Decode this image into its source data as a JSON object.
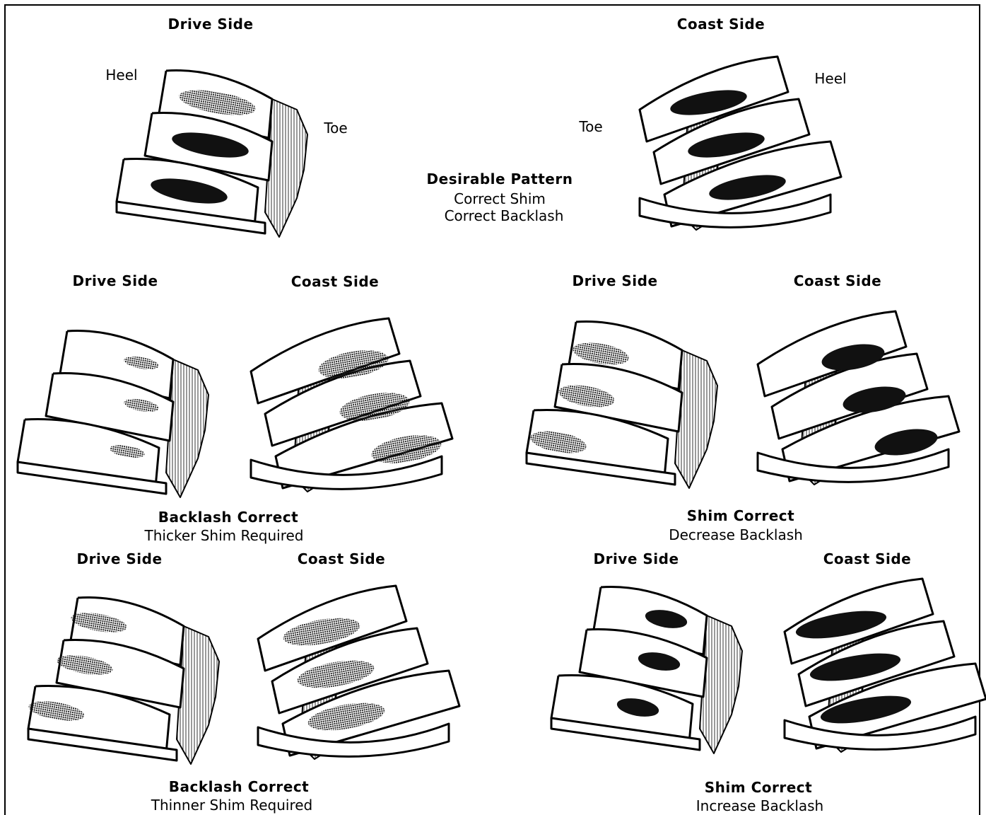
{
  "panels": [
    {
      "drive_label": "Drive Side",
      "coast_label": "Coast Side",
      "heel_left": "Heel",
      "toe_left": "Toe",
      "toe_right": "Toe",
      "heel_right": "Heel",
      "caption_title": "Desirable   Pattern",
      "caption_line1": "Correct Shim",
      "caption_line2": "Correct Backlash"
    },
    {
      "drive_label": "Drive Side",
      "coast_label": "Coast Side",
      "caption_title": "Backlash   Correct",
      "caption_line1": "Thicker Shim Required"
    },
    {
      "drive_label": "Drive Side",
      "coast_label": "Coast Side",
      "caption_title": "Shim Correct",
      "caption_line1": "Decrease   Backlash"
    },
    {
      "drive_label": "Drive Side",
      "coast_label": "Coast Side",
      "caption_title": "Backlash Correct",
      "caption_line1": "Thinner   Shim   Required"
    },
    {
      "drive_label": "Drive Side",
      "coast_label": "Coast Side",
      "caption_title": "Shim   Correct",
      "caption_line1": "Increase Backlash"
    }
  ]
}
